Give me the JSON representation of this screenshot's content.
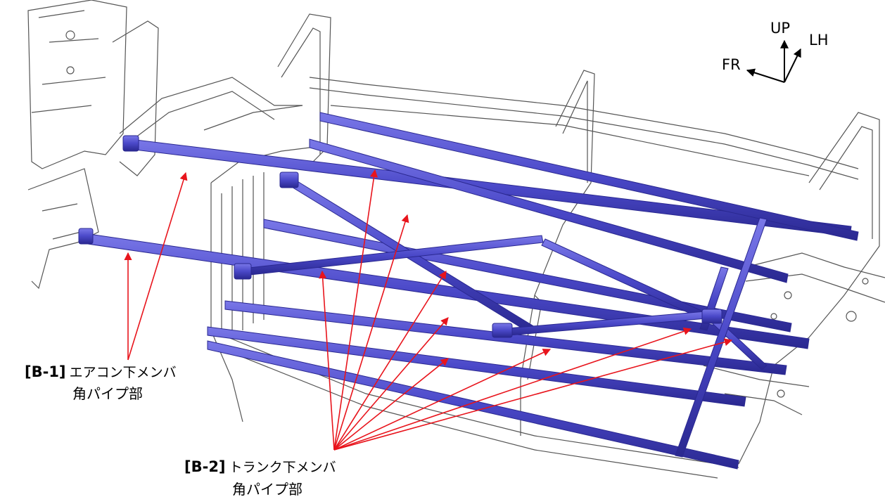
{
  "callouts": {
    "b1": {
      "tag": "[B-1]",
      "line1": "エアコン下メンバ",
      "line2": "角パイプ部"
    },
    "b2": {
      "tag": "[B-2]",
      "line1": "トランク下メンバ",
      "line2": "角パイプ部"
    }
  },
  "axes": {
    "up": "UP",
    "lh": "LH",
    "fr": "FR"
  },
  "colors": {
    "member": "#4a48c8",
    "arrow": "#e8141c",
    "frame": "#555555"
  }
}
